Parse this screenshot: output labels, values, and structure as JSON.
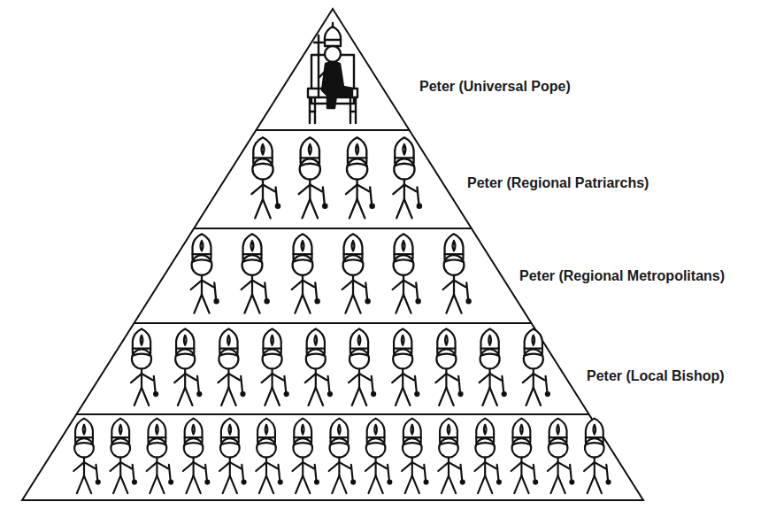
{
  "diagram": {
    "labels": [
      "Peter (Universal Pope)",
      "Peter (Regional Patriarchs)",
      "Peter (Regional Metropolitans)",
      "Peter (Local Bishop)"
    ]
  }
}
